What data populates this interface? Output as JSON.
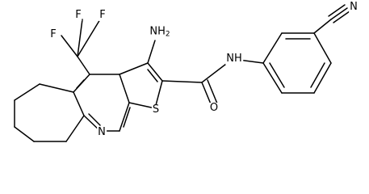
{
  "structure": {
    "atom_labels": {
      "f1": "F",
      "f2": "F",
      "f3": "F",
      "amino": "NH",
      "amino_count": "2",
      "amide_nh": "NH",
      "amide_o": "O",
      "ring_n": "N",
      "ring_s": "S",
      "nitrile_n": "N"
    }
  }
}
